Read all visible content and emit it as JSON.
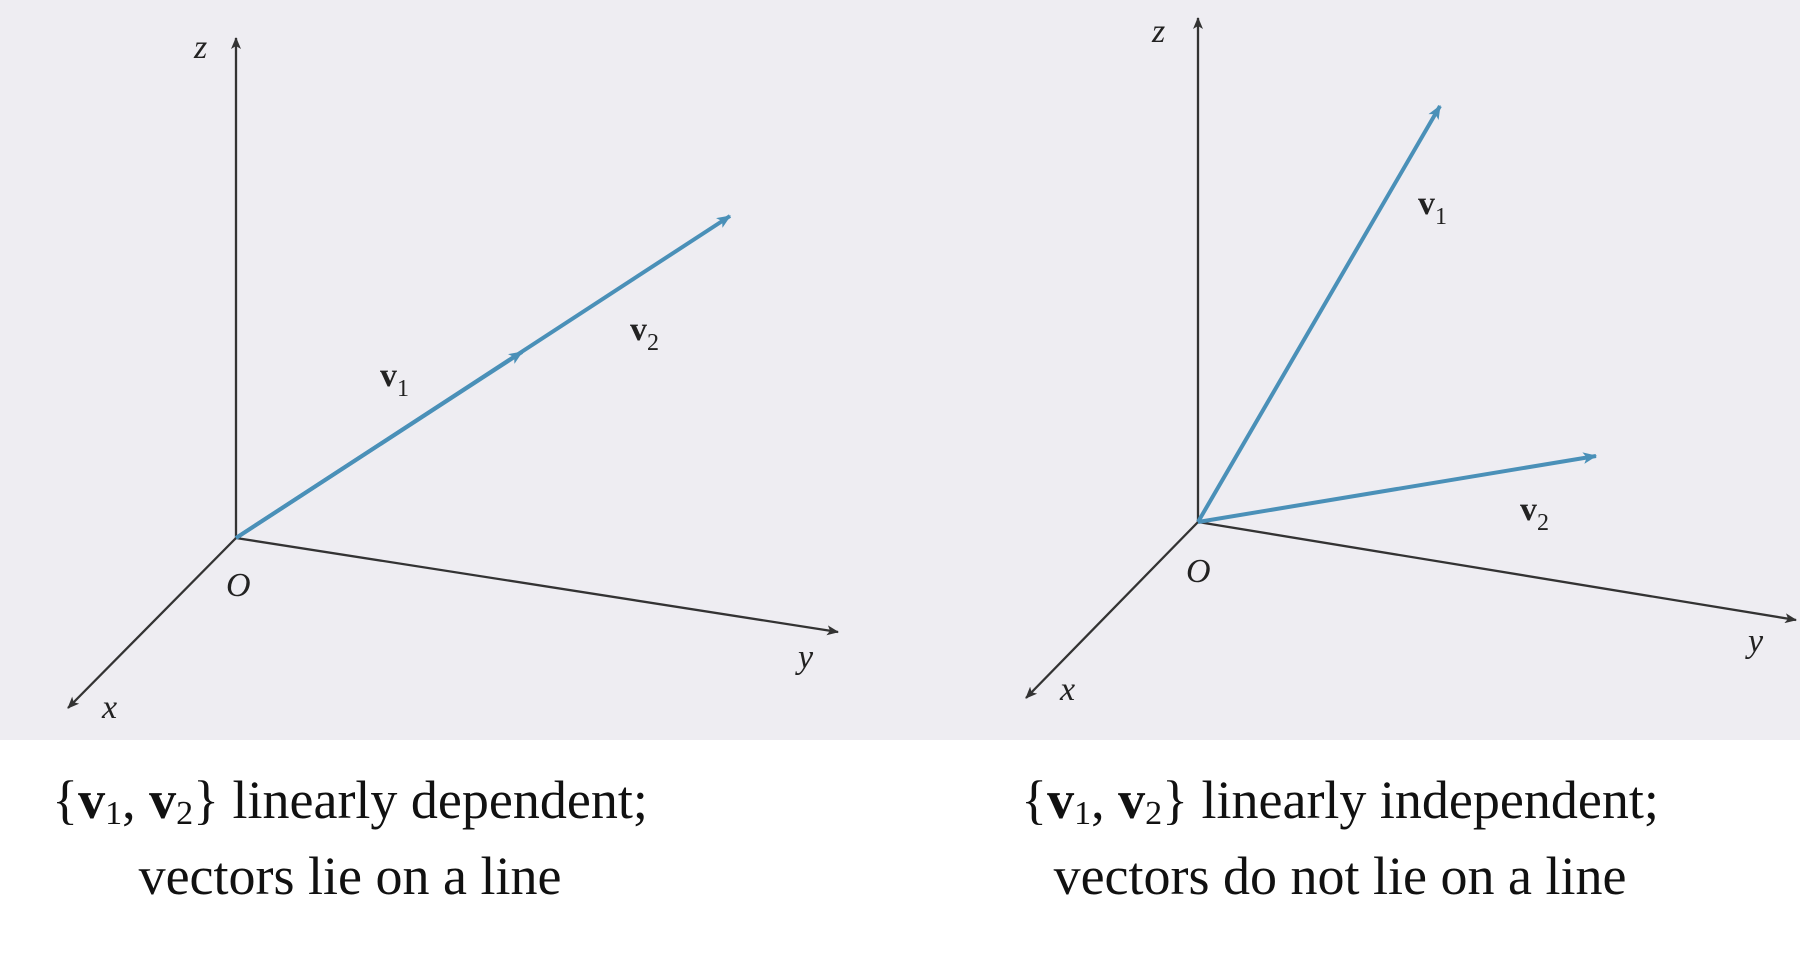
{
  "colors": {
    "vector": "#4a90b8",
    "axis": "#333333",
    "background": "#eeedf2"
  },
  "panels": [
    {
      "axes": {
        "x": "x",
        "y": "y",
        "z": "z",
        "origin": "O"
      },
      "vectors": [
        {
          "name": "v",
          "sub": "1"
        },
        {
          "name": "v",
          "sub": "2"
        }
      ],
      "caption": {
        "brace_open": "{",
        "v1": "v",
        "v1_sub": "1",
        "sep": ", ",
        "v2": "v",
        "v2_sub": "2",
        "brace_close": "}",
        "line1_rest": " linearly dependent;",
        "line2": "vectors lie on a line"
      }
    },
    {
      "axes": {
        "x": "x",
        "y": "y",
        "z": "z",
        "origin": "O"
      },
      "vectors": [
        {
          "name": "v",
          "sub": "1"
        },
        {
          "name": "v",
          "sub": "2"
        }
      ],
      "caption": {
        "brace_open": "{",
        "v1": "v",
        "v1_sub": "1",
        "sep": ", ",
        "v2": "v",
        "v2_sub": "2",
        "brace_close": "}",
        "line1_rest": " linearly independent;",
        "line2": "vectors do not lie on a line"
      }
    }
  ]
}
